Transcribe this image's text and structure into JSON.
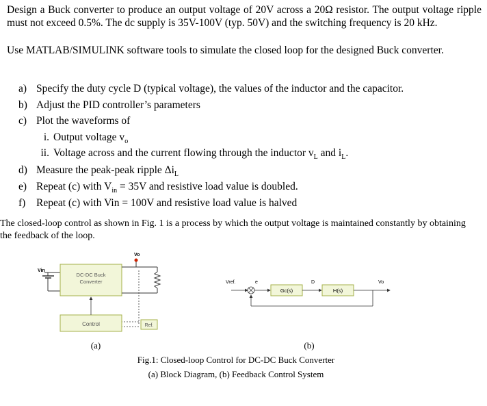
{
  "intro": {
    "p1": "Design a Buck converter to produce an output voltage of 20V across a 20Ω resistor. The output voltage ripple must not exceed 0.5%. The dc supply is 35V-100V (typ. 50V) and the switching frequency is 20 kHz.",
    "p2": "Use MATLAB/SIMULINK software tools to simulate the closed loop for the designed Buck converter."
  },
  "tasks": {
    "a": {
      "label": "a)",
      "text": "Specify the duty cycle D (typical voltage), the values of the inductor and the capacitor."
    },
    "b": {
      "label": "b)",
      "text": "Adjust the PID controller’s parameters"
    },
    "c": {
      "label": "c)",
      "text": "Plot the waveforms of"
    },
    "c_i": {
      "label": "i.",
      "text": "Output voltage v",
      "sub": "o"
    },
    "c_ii": {
      "label": "ii.",
      "text_pre": "Voltage across and the current flowing through the inductor v",
      "sub1": "L",
      "text_mid": " and i",
      "sub2": "L",
      "text_post": "."
    },
    "d": {
      "label": "d)",
      "text": "Measure the peak-peak ripple Δi",
      "sub": "L"
    },
    "e": {
      "label": "e)",
      "text_pre": "Repeat (c) with V",
      "sub": "in",
      "text_post": " = 35V and resistive load value is doubled."
    },
    "f": {
      "label": "f)",
      "text": "Repeat (c) with Vin = 100V and resistive load value is halved"
    }
  },
  "closing": "The closed-loop control as shown in Fig. 1 is a process by which the output voltage is maintained constantly by obtaining the feedback of the loop.",
  "figure": {
    "a": {
      "vin": "Vin",
      "vo": "Vo",
      "converter_line1": "DC-DC Buck",
      "converter_line2": "Converter",
      "control": "Control",
      "ref": "Ref.",
      "label": "(a)"
    },
    "b": {
      "vref": "Vref.",
      "e": "e",
      "d": "D",
      "vo": "Vo",
      "gc": "Gc(s)",
      "h": "H(s)",
      "label": "(b)"
    },
    "caption_line1": "Fig.1: Closed-loop Control for DC-DC Buck Converter",
    "caption_line2": "(a) Block Diagram, (b) Feedback Control System"
  },
  "colors": {
    "block_fill": "#f2f6d9",
    "block_border": "#a4b04a",
    "output_dot": "#cc2200"
  }
}
